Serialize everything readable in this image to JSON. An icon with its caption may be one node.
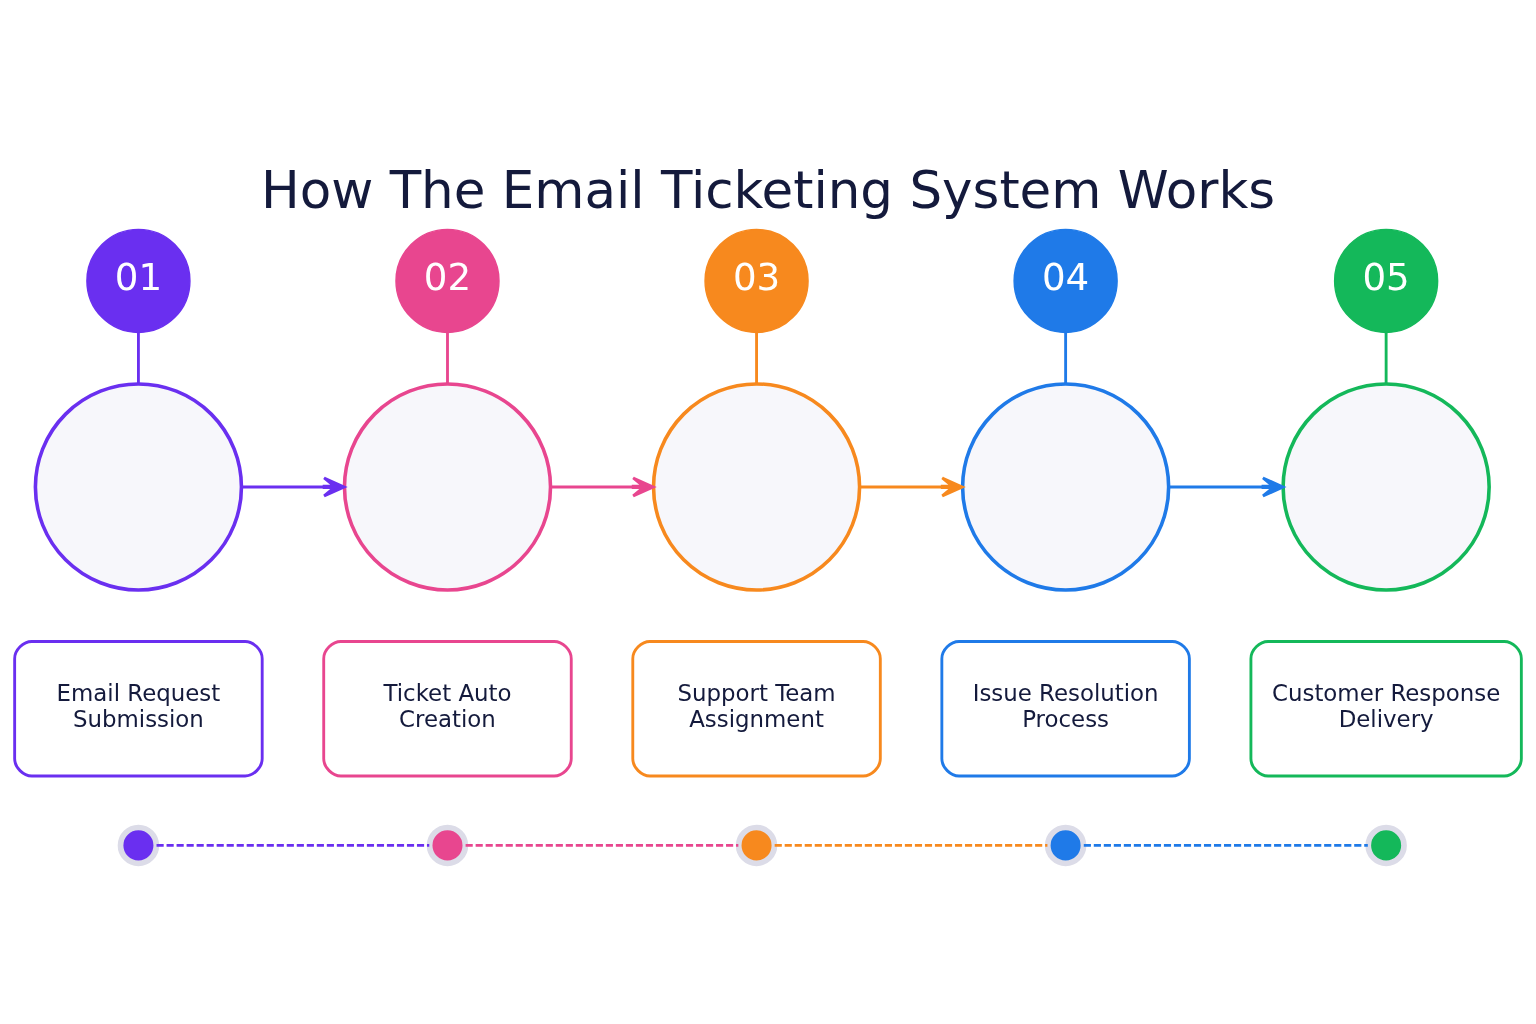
{
  "diagram": {
    "title": "How The Email Ticketing System Works",
    "nodes": [
      {
        "text": [
          "01"
        ]
      },
      {
        "text": [
          "02"
        ]
      },
      {
        "text": [
          "03"
        ]
      },
      {
        "text": [
          "04"
        ]
      },
      {
        "text": [
          "05"
        ]
      },
      {
        "text": [],
        "shape": "circle"
      },
      {
        "text": [],
        "shape": "circle"
      },
      {
        "text": [],
        "shape": "circle"
      },
      {
        "text": [],
        "shape": "circle"
      },
      {
        "text": [],
        "shape": "circle"
      },
      {
        "text": [
          "Email Request Submission"
        ]
      },
      {
        "text": [
          "Ticket Auto Creation"
        ]
      },
      {
        "text": [
          "Support Team Assignment"
        ]
      },
      {
        "text": [
          "Issue Resolution Process"
        ]
      },
      {
        "text": [
          "Customer Response Delivery"
        ]
      },
      {
        "text": [],
        "shape": "circle"
      },
      {
        "text": [],
        "shape": "circle"
      },
      {
        "text": [],
        "shape": "circle"
      },
      {
        "text": [],
        "shape": "circle"
      },
      {
        "text": [],
        "shape": "circle"
      }
    ],
    "edges": [
      {
        "from": 0,
        "to": 5,
        "arrow": "none",
        "color": "#6a2ff0"
      },
      {
        "from": 1,
        "to": 6,
        "arrow": "none",
        "color": "#e8468f"
      },
      {
        "from": 2,
        "to": 7,
        "arrow": "none",
        "color": "#f7891e"
      },
      {
        "from": 3,
        "to": 8,
        "arrow": "none",
        "color": "#1f7ae8"
      },
      {
        "from": 4,
        "to": 9,
        "arrow": "none",
        "color": "#14b85a"
      },
      {
        "from": 5,
        "to": 6,
        "arrow": "to",
        "color": "#6a2ff0"
      },
      {
        "from": 6,
        "to": 7,
        "arrow": "to",
        "color": "#e8468f"
      },
      {
        "from": 7,
        "to": 8,
        "arrow": "to",
        "color": "#f7891e"
      },
      {
        "from": 8,
        "to": 9,
        "arrow": "to",
        "color": "#1f7ae8"
      },
      {
        "from": 15,
        "to": 16,
        "arrow": "none",
        "style": "dashed",
        "color": "#6a2ff0"
      },
      {
        "from": 16,
        "to": 17,
        "arrow": "none",
        "style": "dashed",
        "color": "#e8468f"
      },
      {
        "from": 17,
        "to": 18,
        "arrow": "none",
        "style": "dashed",
        "color": "#f7891e"
      },
      {
        "from": 18,
        "to": 19,
        "arrow": "none",
        "style": "dashed",
        "color": "#1f7ae8"
      }
    ]
  }
}
